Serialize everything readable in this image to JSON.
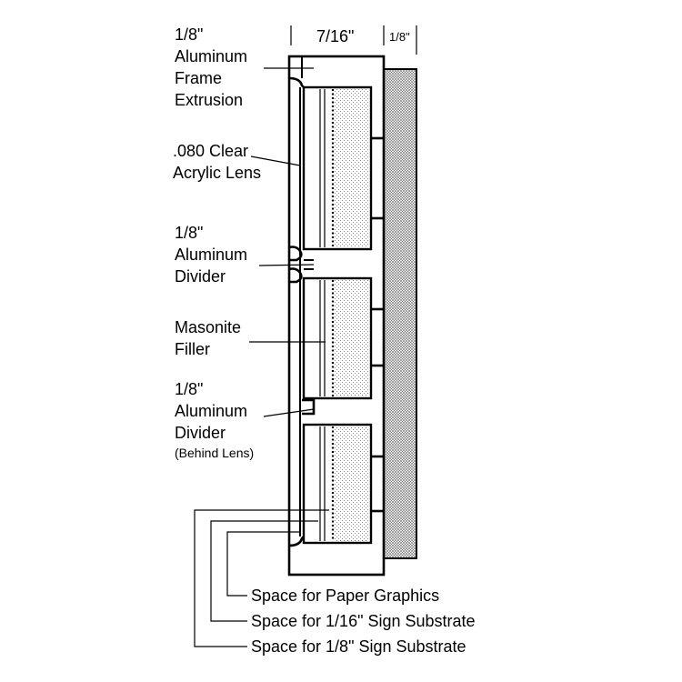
{
  "dimensions": {
    "depth": "7/16\"",
    "panel": "1/8\""
  },
  "labels": {
    "frame": [
      "1/8\"",
      "Aluminum",
      "Frame",
      "Extrusion"
    ],
    "lens": [
      ".080 Clear",
      "Acrylic Lens"
    ],
    "divider_top": [
      "1/8\"",
      "Aluminum",
      "Divider"
    ],
    "filler": [
      "Masonite",
      "Filler"
    ],
    "divider_bottom": [
      "1/8\"",
      "Aluminum",
      "Divider"
    ],
    "divider_bottom_note": "(Behind Lens)",
    "space_paper": "Space for Paper Graphics",
    "space_116": "Space for 1/16\" Sign Substrate",
    "space_18": "Space for 1/8\" Sign Substrate"
  }
}
